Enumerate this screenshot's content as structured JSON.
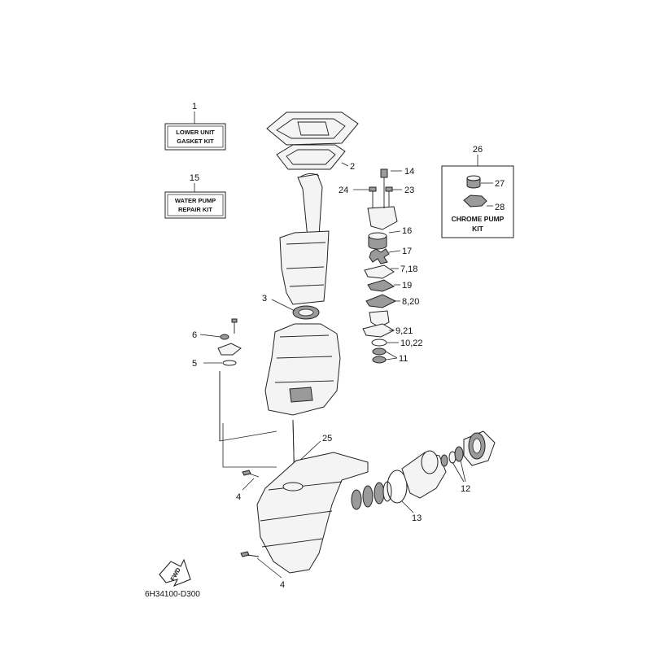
{
  "callouts": {
    "c1": "1",
    "c2": "2",
    "c3": "3",
    "c4a": "4",
    "c4b": "4",
    "c5": "5",
    "c6": "6",
    "c11": "11",
    "c12": "12",
    "c13": "13",
    "c14": "14",
    "c15": "15",
    "c16": "16",
    "c17": "17",
    "c7_18": "7,18",
    "c19": "19",
    "c8_20": "8,20",
    "c9_21": "9,21",
    "c10_22": "10,22",
    "c23": "23",
    "c24": "24",
    "c25": "25",
    "c26": "26",
    "c27": "27",
    "c28": "28"
  },
  "kits": {
    "lower_unit_line1": "LOWER UNIT",
    "lower_unit_line2": "GASKET KIT",
    "water_pump_line1": "WATER PUMP",
    "water_pump_line2": "REPAIR KIT",
    "chrome_pump_line1": "CHROME PUMP",
    "chrome_pump_line2": "KIT"
  },
  "fwd_label": "FWD",
  "diagram_code": "6H34100-D300"
}
